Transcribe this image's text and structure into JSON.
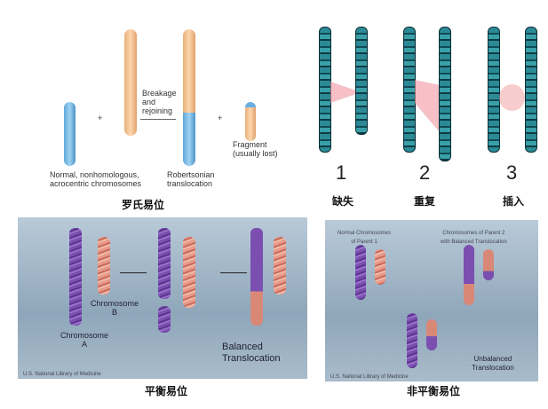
{
  "robertsonian": {
    "breakage_label": "Breakage\nand\nrejoining",
    "normal_label": "Normal, nonhomologous,\nacrocentric chromosomes",
    "result_label": "Robertsonian\ntranslocation",
    "fragment_label": "Fragment\n(usually lost)",
    "plus": "+",
    "caption": "罗氏易位"
  },
  "structural": {
    "numbers": [
      "1",
      "2",
      "3"
    ],
    "captions": [
      "缺失",
      "重复",
      "插入"
    ]
  },
  "balanced": {
    "chromosome_b": "Chromosome\nB",
    "chromosome_a": "Chromosome\nA",
    "result_label": "Balanced\nTranslocation",
    "credit": "U.S. National Library of Medicine",
    "caption": "平衡易位"
  },
  "unbalanced": {
    "parent1_label": "Normal Chromosomes\nof Parent 1",
    "parent2_label": "Chromosomes of Parent 2\nwith Balanced Translocation",
    "result_label": "Unbalanced\nTranslocation",
    "credit": "U.S. National Library of Medicine",
    "caption": "非平衡易位"
  }
}
